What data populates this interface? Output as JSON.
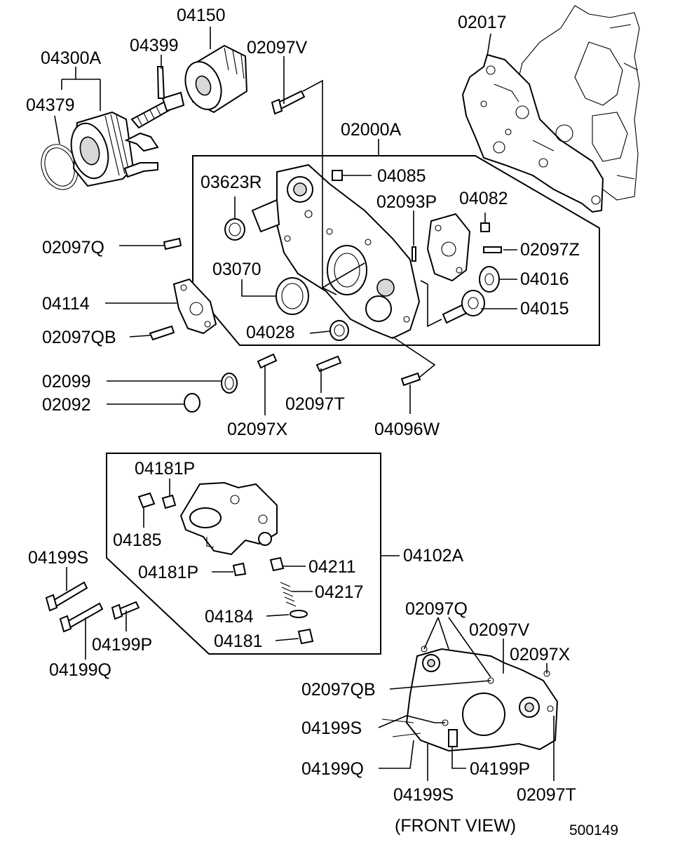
{
  "labels": {
    "l_02017": "02017",
    "l_04150": "04150",
    "l_04399": "04399",
    "l_02097V": "02097V",
    "l_04300A": "04300A",
    "l_04379": "04379",
    "l_02000A": "02000A",
    "l_03623R": "03623R",
    "l_04085": "04085",
    "l_02093P": "02093P",
    "l_04082": "04082",
    "l_02097Q": "02097Q",
    "l_02097Z": "02097Z",
    "l_03070": "03070",
    "l_04016": "04016",
    "l_04114": "04114",
    "l_04015": "04015",
    "l_04028": "04028",
    "l_02097QB": "02097QB",
    "l_02099": "02099",
    "l_02092": "02092",
    "l_02097T": "02097T",
    "l_02097X": "02097X",
    "l_04096W": "04096W",
    "l_04181P_top": "04181P",
    "l_04185": "04185",
    "l_04199S": "04199S",
    "l_04102A": "04102A",
    "l_04181P_mid": "04181P",
    "l_04211": "04211",
    "l_04217": "04217",
    "l_04184": "04184",
    "l_04181": "04181",
    "l_04199P": "04199P",
    "l_04199Q": "04199Q",
    "fv_02097Q": "02097Q",
    "fv_02097V": "02097V",
    "fv_02097X": "02097X",
    "fv_02097QB": "02097QB",
    "fv_04199S_a": "04199S",
    "fv_04199Q": "04199Q",
    "fv_04199P": "04199P",
    "fv_04199S_b": "04199S",
    "fv_02097T": "02097T"
  },
  "caption": "(FRONT  VIEW)",
  "diagram_number": "500149"
}
